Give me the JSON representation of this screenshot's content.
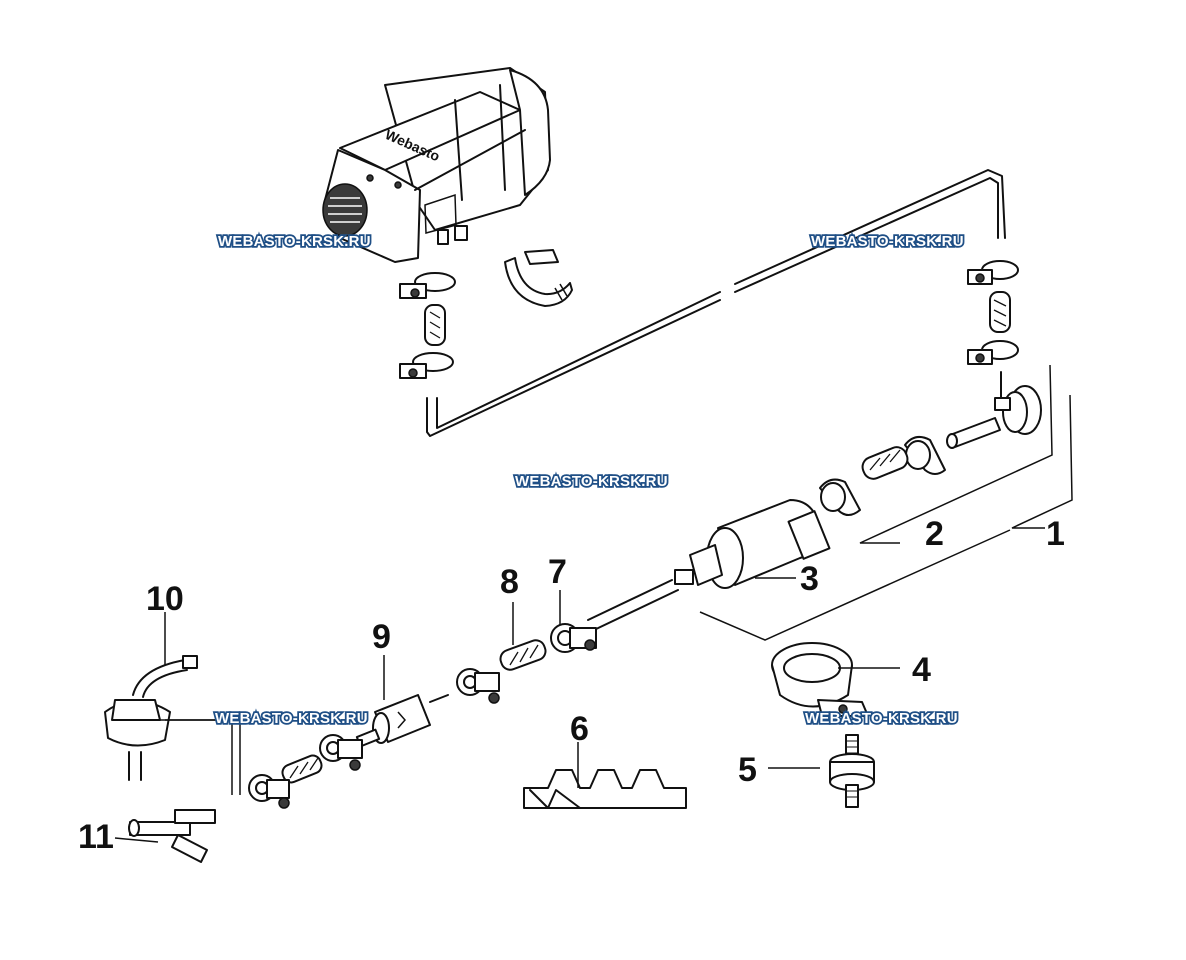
{
  "watermark": "WEBASTO-KRSK.RU",
  "heater_logo": "Webasto",
  "callouts": {
    "c1": "1",
    "c2": "2",
    "c3": "3",
    "c4": "4",
    "c5": "5",
    "c6": "6",
    "c7": "7",
    "c8": "8",
    "c9": "9",
    "c10": "10",
    "c11": "11"
  }
}
